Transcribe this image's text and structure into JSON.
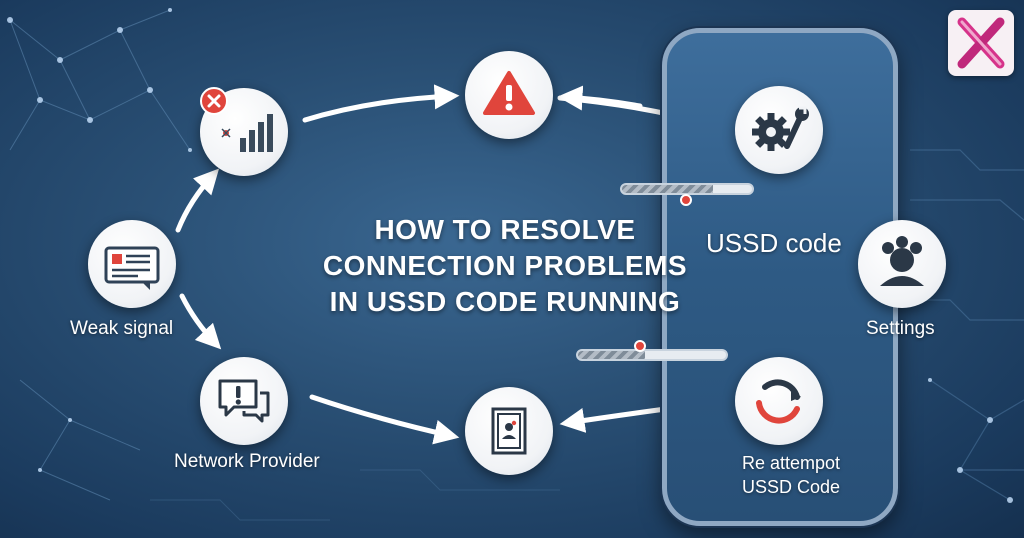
{
  "title_lines": [
    "HOW TO RESOLVE",
    "CONNECTION PROBLEMS",
    "IN USSD CODE RUNNING"
  ],
  "nodes": {
    "weak_signal": {
      "label": "Weak signal",
      "icon": "message-card-icon"
    },
    "signal_error": {
      "label": "",
      "icon": "signal-error-icon"
    },
    "warning": {
      "label": "",
      "icon": "warning-triangle-icon"
    },
    "settings_tools": {
      "label": "",
      "icon": "gear-wrench-icon"
    },
    "ussd_code": {
      "label": "USSD code"
    },
    "settings": {
      "label": "Settings",
      "icon": "user-support-icon"
    },
    "re_attempt": {
      "label_lines": [
        "Re attempot",
        "USSD Code"
      ],
      "icon": "refresh-icon"
    },
    "network_provider": {
      "label": "Network Provider",
      "icon": "chat-alert-icon"
    },
    "ussd_screen": {
      "label": "",
      "icon": "user-frame-icon"
    }
  },
  "progress": [
    {
      "name": "upper",
      "value": 0.7
    },
    {
      "name": "lower",
      "value": 0.45
    }
  ],
  "brand": {
    "logo": "x-logo-icon",
    "accent": "#e0453c",
    "logo_pink": "#d6338a"
  }
}
